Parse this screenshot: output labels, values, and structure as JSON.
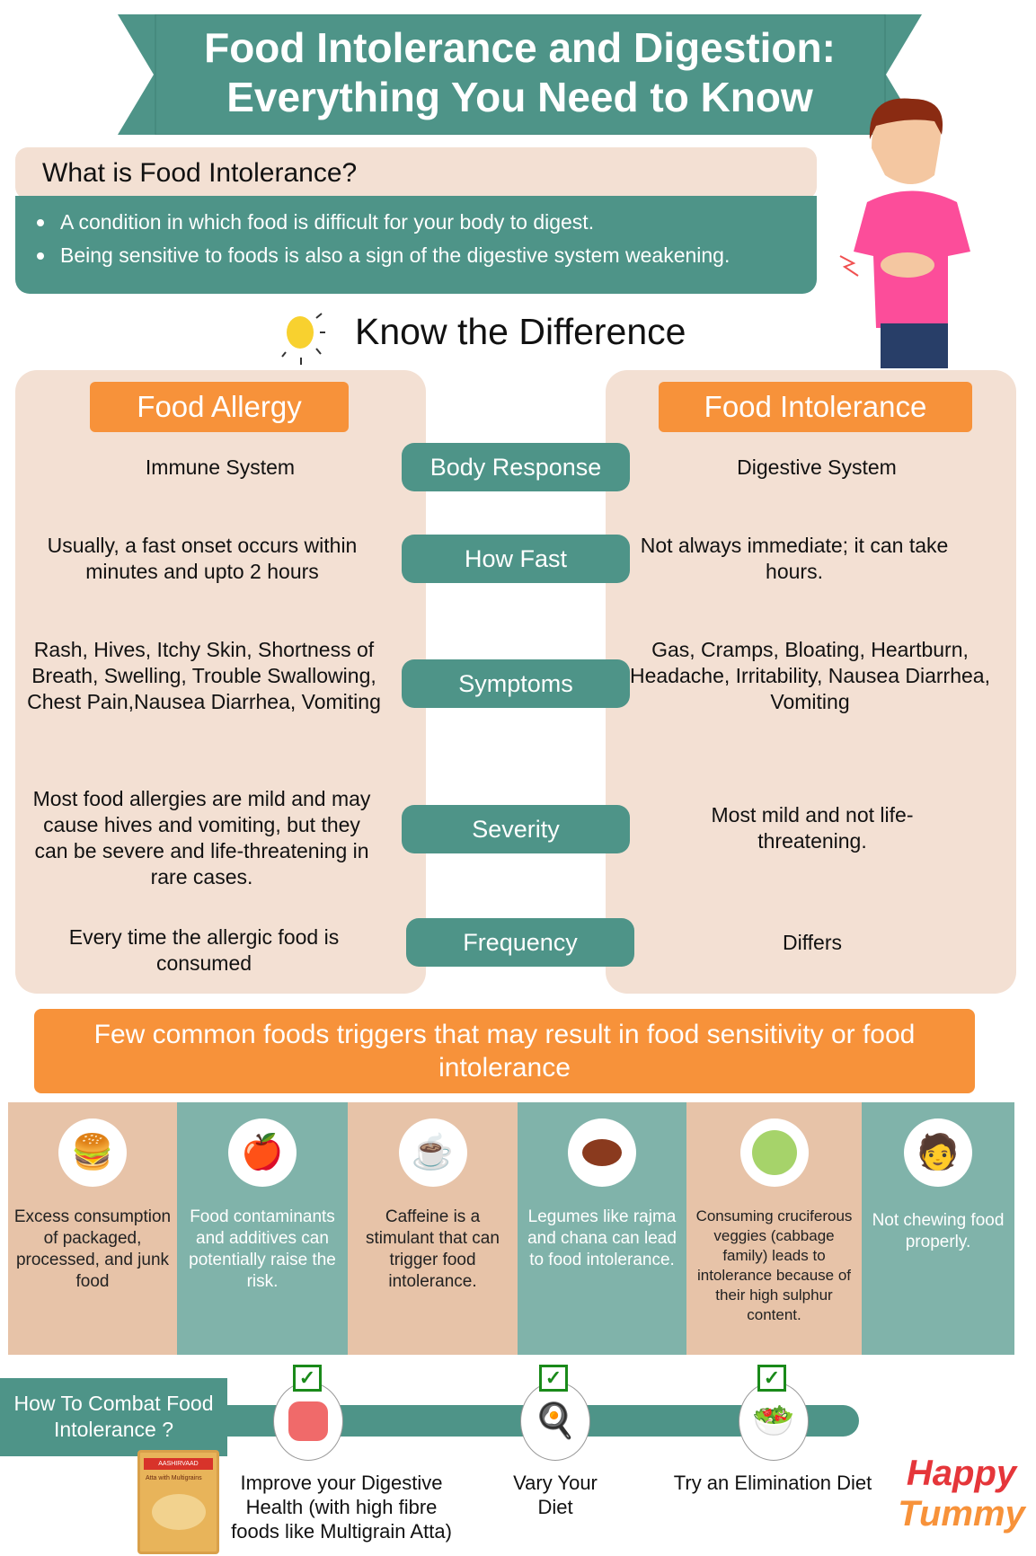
{
  "header": {
    "title_line1": "Food Intolerance and Digestion:",
    "title_line2": "Everything You Need to Know"
  },
  "what": {
    "heading": "What is Food Intolerance?",
    "bullets": [
      "A condition in which food is difficult for your body to digest.",
      "Being sensitive to foods is also a sign of the digestive system weakening."
    ]
  },
  "difference": {
    "heading": "Know the Difference",
    "left_title": "Food Allergy",
    "right_title": "Food Intolerance",
    "rows": [
      {
        "label": "Body Response",
        "allergy": "Immune System",
        "intolerance": "Digestive System"
      },
      {
        "label": "How Fast",
        "allergy": "Usually, a fast onset occurs within minutes and upto 2 hours",
        "intolerance": "Not always immediate; it can take hours."
      },
      {
        "label": "Symptoms",
        "allergy": "Rash, Hives, Itchy Skin, Shortness of Breath, Swelling, Trouble Swallowing, Chest Pain,Nausea Diarrhea, Vomiting",
        "intolerance": "Gas, Cramps, Bloating, Heartburn, Headache, Irritability, Nausea Diarrhea, Vomiting"
      },
      {
        "label": "Severity",
        "allergy": "Most food allergies are mild and may cause hives and vomiting, but they can be severe and life-threatening in rare cases.",
        "intolerance": "Most mild and not life-threatening."
      },
      {
        "label": "Frequency",
        "allergy": "Every time the allergic food is consumed",
        "intolerance": "Differs"
      }
    ]
  },
  "triggers": {
    "heading": "Few common foods triggers that may result in food sensitivity or food intolerance",
    "items": [
      {
        "icon": "junk-food-icon",
        "text": "Excess consumption of packaged, processed, and junk food"
      },
      {
        "icon": "apple-magnifier-icon",
        "text": "Food contaminants and additives can potentially raise the risk."
      },
      {
        "icon": "coffee-cup-icon",
        "text": "Caffeine is a stimulant that can trigger food intolerance."
      },
      {
        "icon": "kidney-bean-icon",
        "text": "Legumes like rajma and chana can lead to food intolerance."
      },
      {
        "icon": "cabbage-icon",
        "text": "Consuming cruciferous veggies (cabbage family) leads to intolerance because of their high sulphur content."
      },
      {
        "icon": "eating-person-icon",
        "text": "Not chewing food properly."
      }
    ]
  },
  "combat": {
    "heading": "How To Combat Food Intolerance ?",
    "steps": [
      {
        "icon": "intestine-icon",
        "text": "Improve your Digestive Health (with high fibre foods like Multigrain Atta)"
      },
      {
        "icon": "balanced-plate-icon",
        "text": "Vary Your Diet"
      },
      {
        "icon": "diet-plate-icon",
        "text": "Try an Elimination Diet"
      }
    ]
  },
  "product": {
    "brand": "AASHIRVAAD",
    "name": "Atta with Multigrains"
  },
  "logo": {
    "line1": "Happy",
    "line2": "Tummy"
  },
  "colors": {
    "teal": "#4e9488",
    "peach": "#f3e0d3",
    "orange": "#f7923a",
    "trigger_peach": "#e7c3a8",
    "trigger_teal": "#80b3aa"
  }
}
